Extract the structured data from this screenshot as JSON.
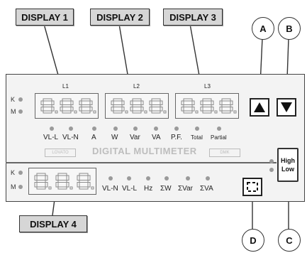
{
  "labels": {
    "display1": "DISPLAY 1",
    "display2": "DISPLAY 2",
    "display3": "DISPLAY 3",
    "display4": "DISPLAY 4"
  },
  "callouts": {
    "a": "A",
    "b": "B",
    "c": "C",
    "d": "D"
  },
  "phase_labels": {
    "l1": "L1",
    "l2": "L2",
    "l3": "L3"
  },
  "indicators": {
    "k": "K",
    "m": "M"
  },
  "top_units": [
    "VL-L",
    "VL-N",
    "A",
    "W",
    "Var",
    "VA",
    "P.F.",
    "Total",
    "Partial"
  ],
  "bottom_units": [
    "VL-N",
    "VL-L",
    "Hz",
    "ΣW",
    "ΣVar",
    "ΣVA"
  ],
  "branding": {
    "left": "LOVATO",
    "title": "DIGITAL MULTIMETER",
    "model": "DMK"
  },
  "keys": {
    "up_icon": "up-triangle-icon",
    "down_icon": "down-triangle-icon",
    "mode_icon": "dashed-square-icon",
    "high_label": "High",
    "low_label": "Low"
  },
  "colors": {
    "outline": "#333333",
    "panel": "#f3f3f3",
    "label_fill": "#d6d6d6",
    "indicator": "#9a9a9a"
  }
}
